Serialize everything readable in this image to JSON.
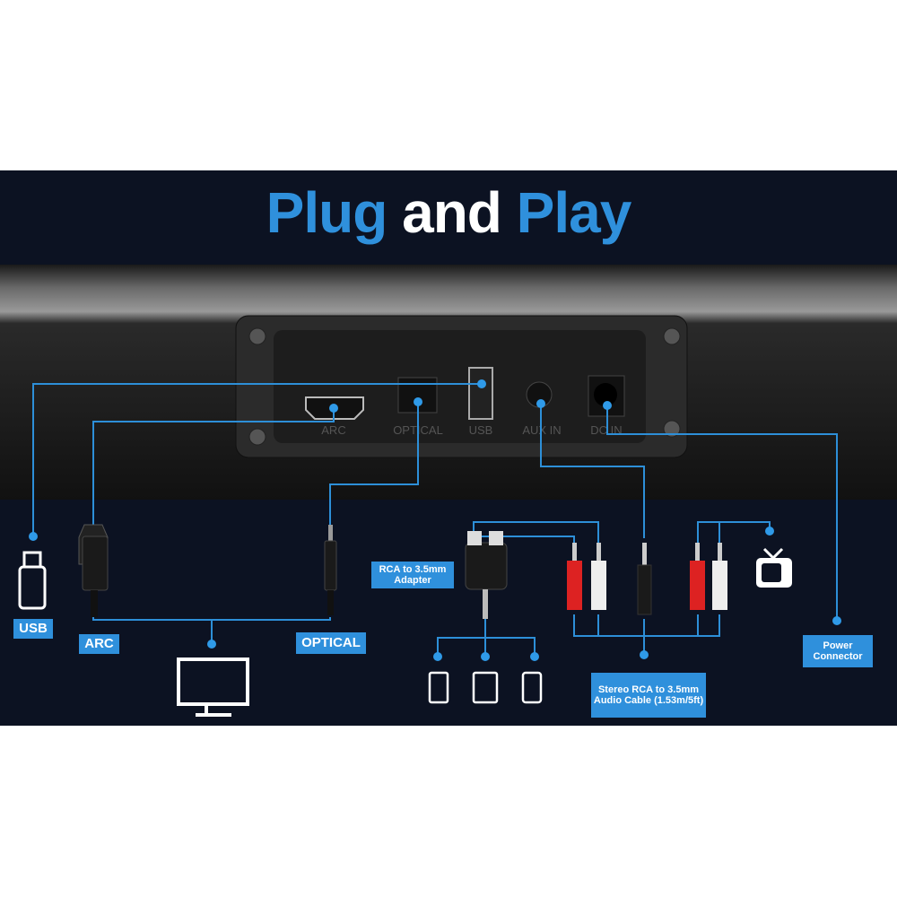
{
  "title": {
    "part1": "Plug",
    "part2": "and",
    "part3": "Play"
  },
  "ports": {
    "arc": "ARC",
    "optical": "OPTICAL",
    "usb": "USB",
    "aux": "AUX IN",
    "dc": "DC IN"
  },
  "labels": {
    "usb": "USB",
    "arc": "ARC",
    "optical": "OPTICAL",
    "rca_adapter": "RCA to 3.5mm Adapter",
    "stereo_cable": "Stereo RCA to 3.5mm Audio Cable (1.53m/5ft)",
    "power": "Power Connector"
  },
  "colors": {
    "accent": "#2f90dc",
    "background": "#0c1222",
    "line": "#2d8fd8"
  }
}
